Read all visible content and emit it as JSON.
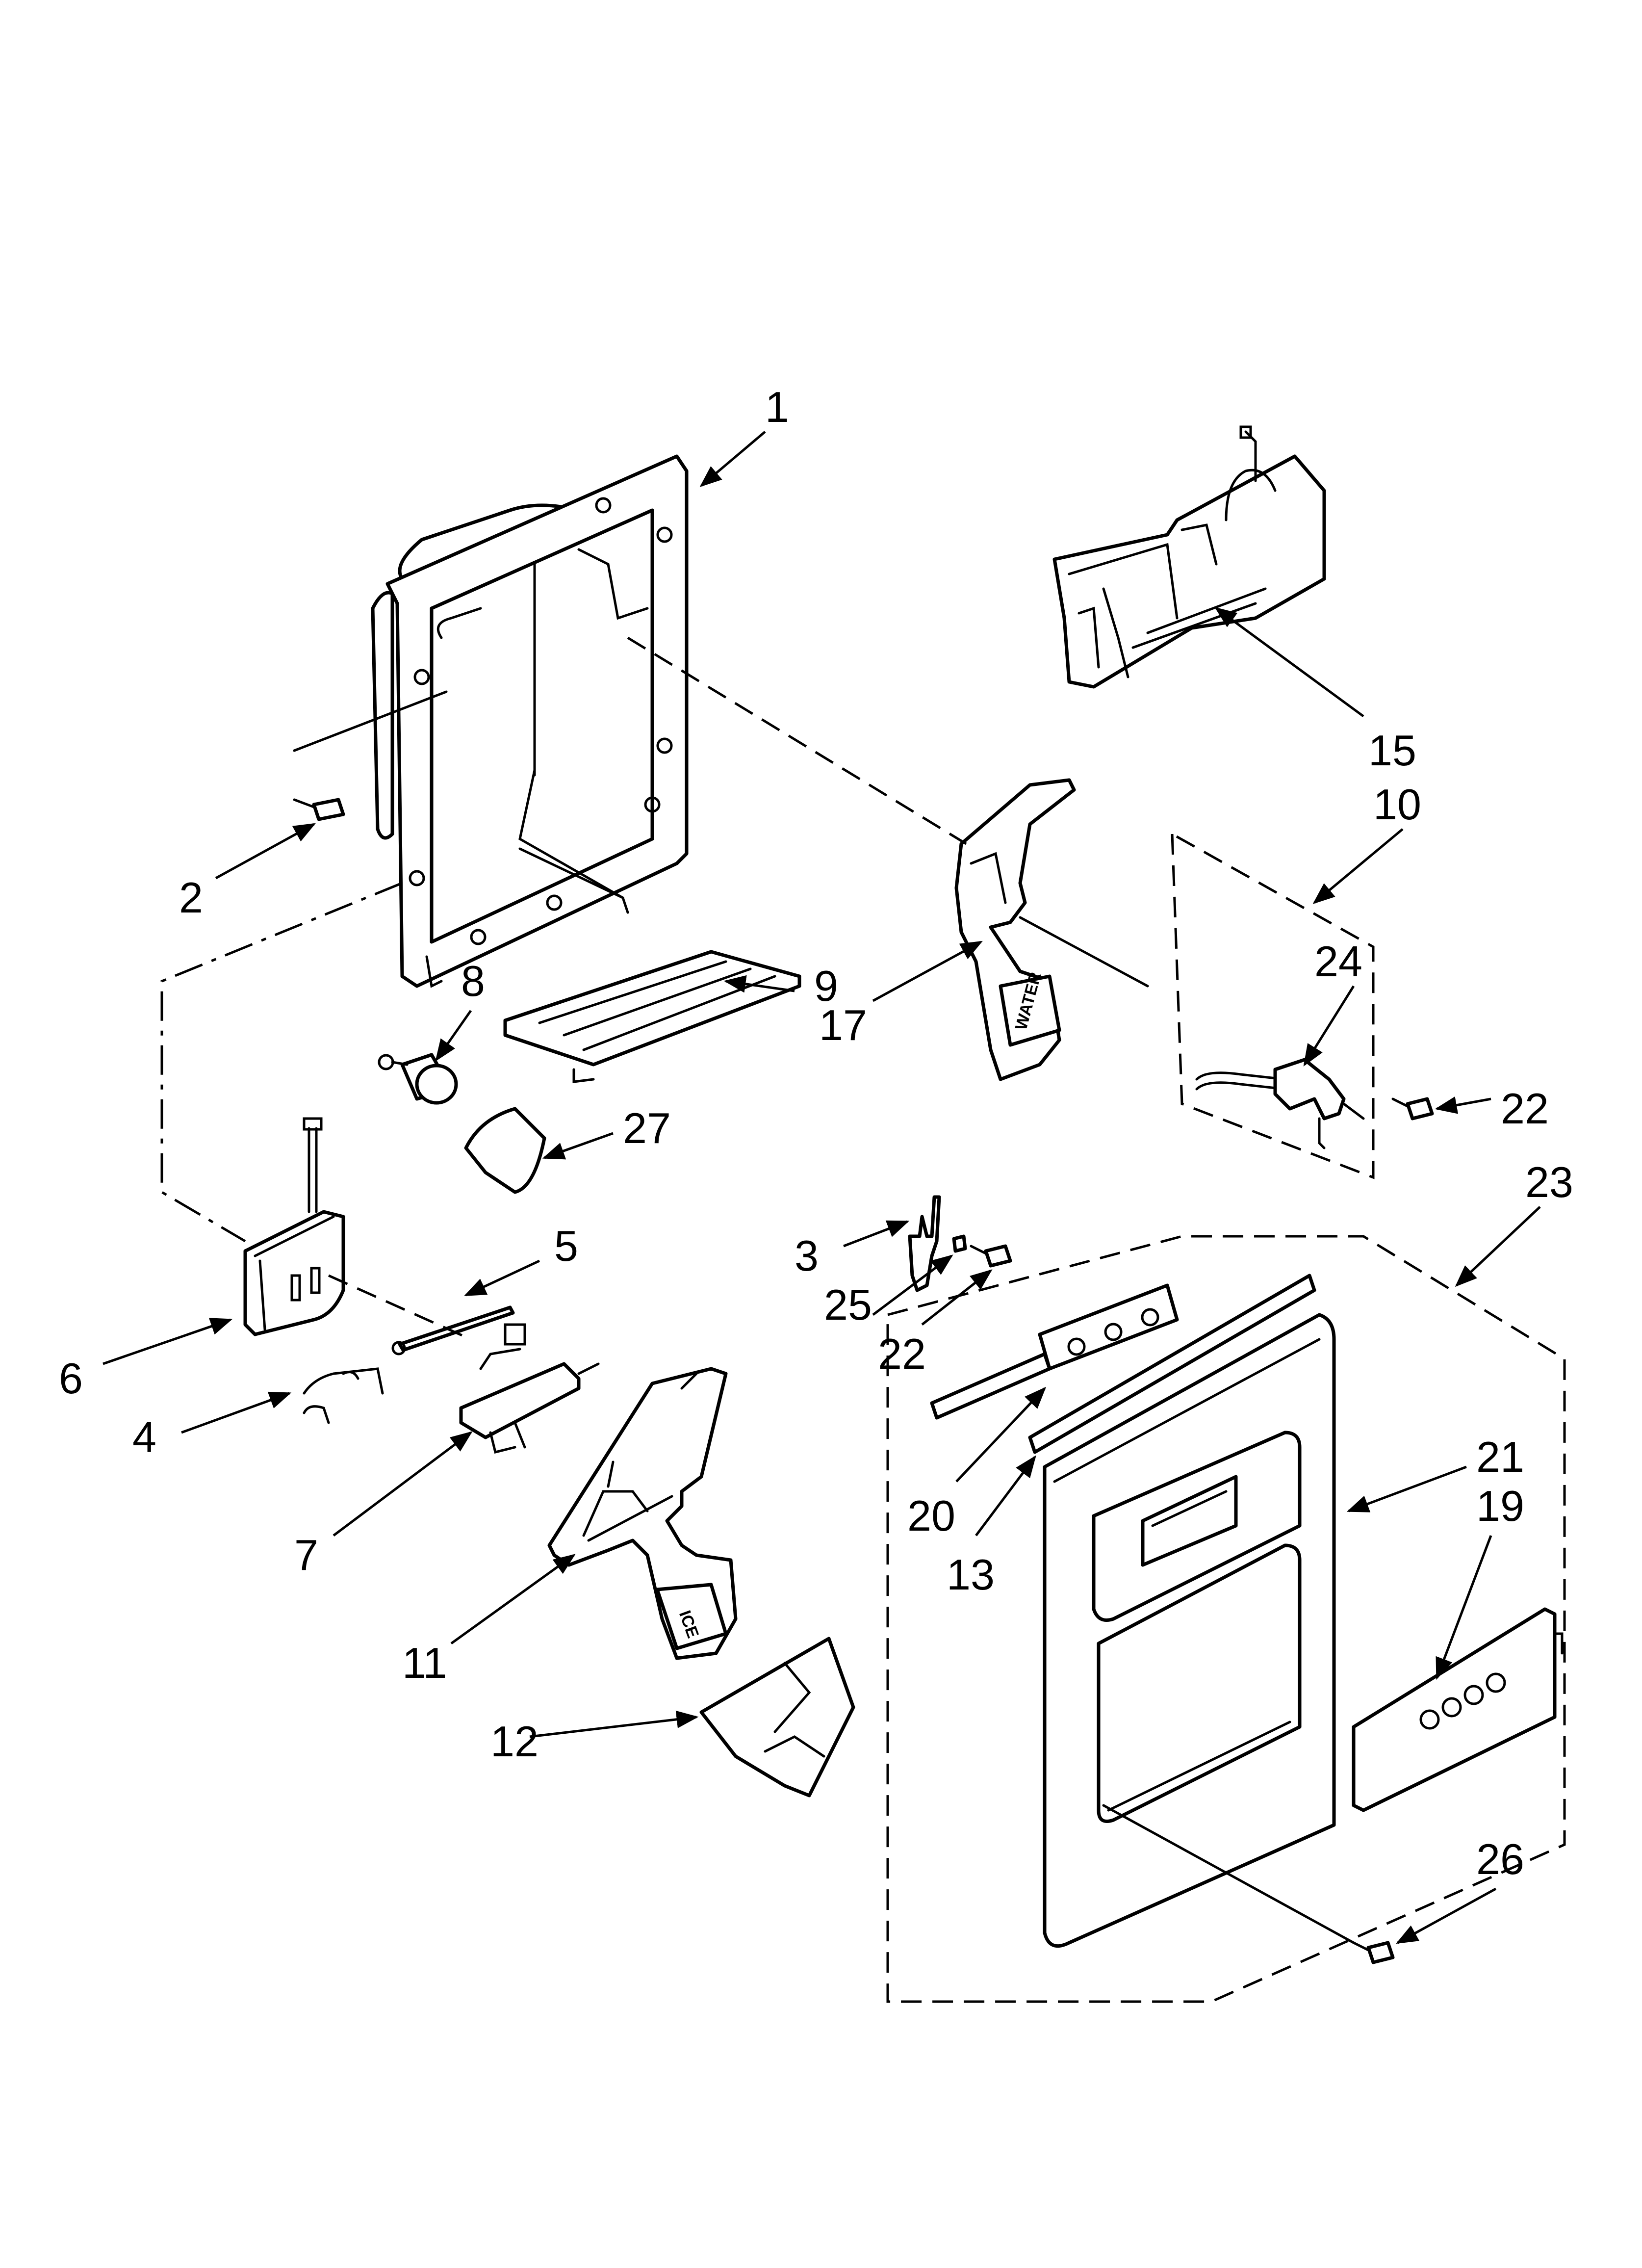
{
  "callouts": {
    "c1": "1",
    "c2": "2",
    "c3": "3",
    "c4": "4",
    "c5": "5",
    "c6": "6",
    "c7": "7",
    "c8": "8",
    "c9": "9",
    "c10": "10",
    "c11": "11",
    "c12": "12",
    "c13": "13",
    "c15": "15",
    "c17": "17",
    "c19": "19",
    "c20": "20",
    "c21": "21",
    "c22a": "22",
    "c22b": "22",
    "c23": "23",
    "c24": "24",
    "c25": "25",
    "c26": "26",
    "c27": "27"
  },
  "part_text": {
    "water_pad": "WATER",
    "ice_pad": "ICE"
  },
  "colors": {
    "line": "#000000",
    "background": "#ffffff"
  }
}
